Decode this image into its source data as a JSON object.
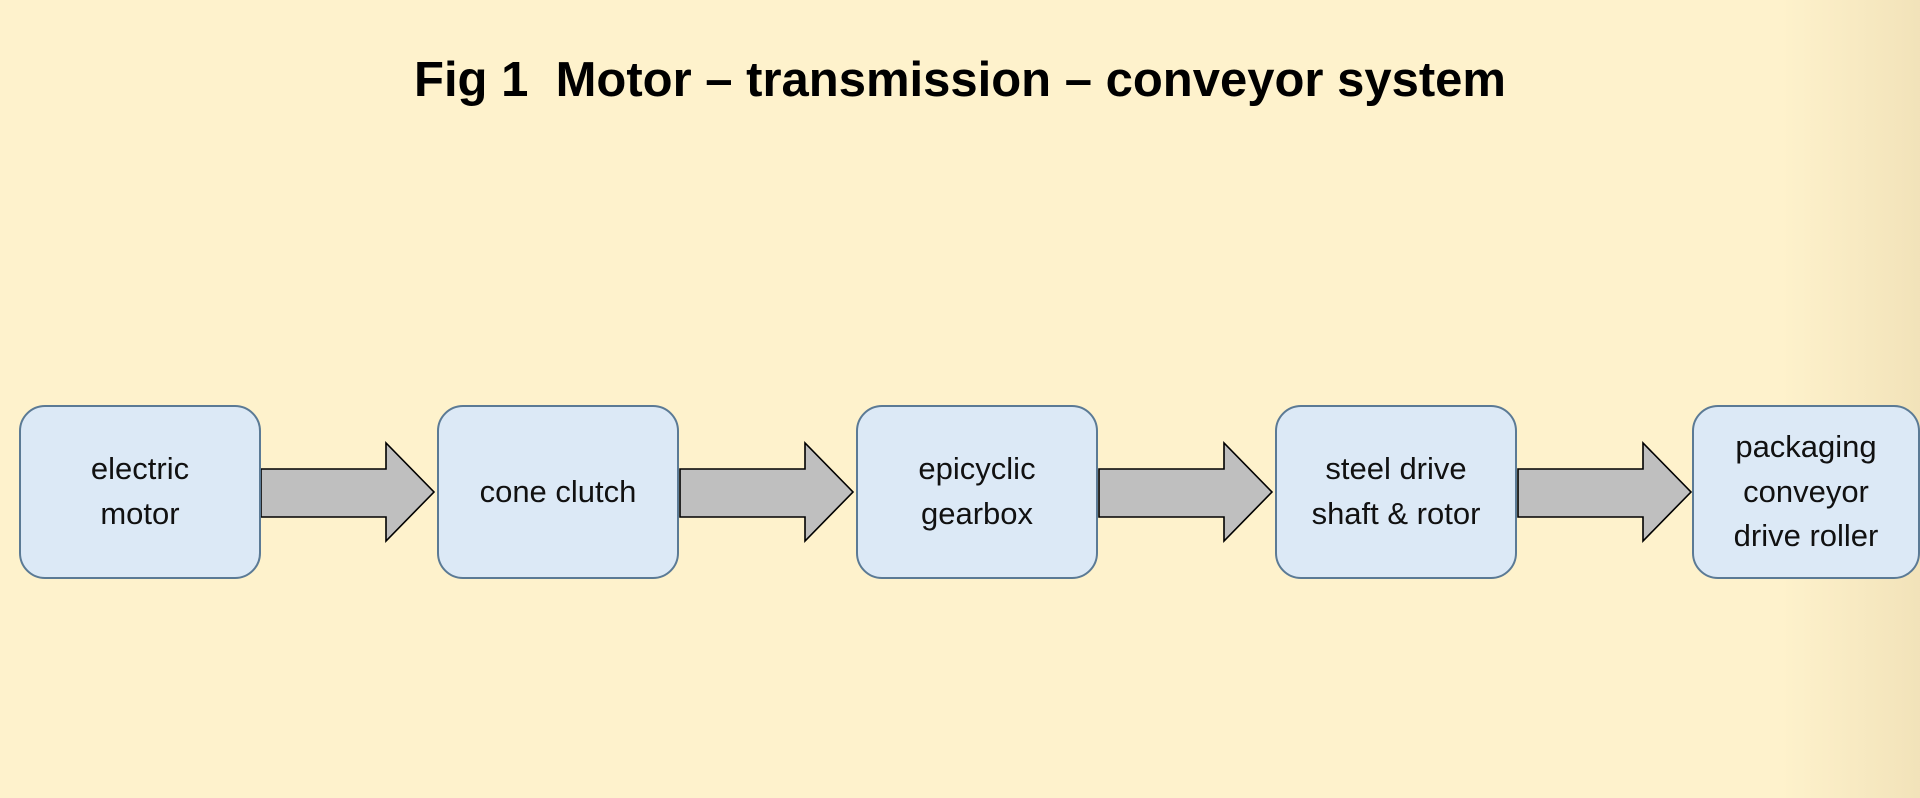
{
  "title": "Fig 1  Motor – transmission – conveyor system",
  "blocks": [
    {
      "id": "electric-motor",
      "lines": [
        "electric",
        "motor"
      ]
    },
    {
      "id": "cone-clutch",
      "lines": [
        "cone clutch"
      ]
    },
    {
      "id": "epicyclic-gearbox",
      "lines": [
        "epicyclic",
        "gearbox"
      ]
    },
    {
      "id": "steel-drive-shaft-rotor",
      "lines": [
        "steel drive",
        "shaft & rotor"
      ]
    },
    {
      "id": "packaging-conveyor-drive-roller",
      "lines": [
        "packaging",
        "conveyor",
        "drive roller"
      ]
    }
  ],
  "connections": [
    {
      "from": "electric-motor",
      "to": "cone-clutch"
    },
    {
      "from": "cone-clutch",
      "to": "epicyclic-gearbox"
    },
    {
      "from": "epicyclic-gearbox",
      "to": "steel-drive-shaft-rotor"
    },
    {
      "from": "steel-drive-shaft-rotor",
      "to": "packaging-conveyor-drive-roller"
    }
  ],
  "colors": {
    "background": "#fef2cc",
    "block_fill": "#dce9f6",
    "block_border": "#5b7a95",
    "arrow_fill": "#bfbfbf",
    "arrow_stroke": "#000000"
  }
}
